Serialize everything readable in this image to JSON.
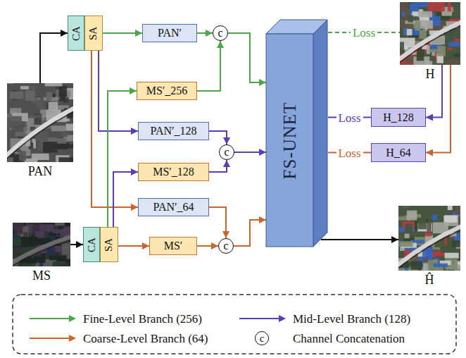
{
  "diagram": {
    "nodes": [
      {
        "text": [
          "PAN"
        ]
      },
      {
        "text": [
          "CA"
        ]
      },
      {
        "text": [
          "SA"
        ]
      },
      {
        "text": [
          "PAN′"
        ]
      },
      {
        "text": [
          "c"
        ]
      },
      {
        "text": [
          "MS′_256"
        ]
      },
      {
        "text": [
          "PAN′_128"
        ]
      },
      {
        "text": [
          "c"
        ]
      },
      {
        "text": [
          "MS′_128"
        ]
      },
      {
        "text": [
          "PAN′_64"
        ]
      },
      {
        "text": [
          "c"
        ]
      },
      {
        "text": [
          "MS′"
        ]
      },
      {
        "text": [
          "MS"
        ]
      },
      {
        "text": [
          "CA"
        ]
      },
      {
        "text": [
          "SA"
        ]
      },
      {
        "text": [
          "FS-UNET"
        ]
      },
      {
        "text": [
          "H"
        ]
      },
      {
        "text": [
          "H_128"
        ]
      },
      {
        "text": [
          "H_64"
        ]
      },
      {
        "text": [
          "Ĥ"
        ]
      }
    ],
    "edges": [
      {
        "from": 0,
        "to": 1,
        "arrow": "to"
      },
      {
        "from": 2,
        "to": 3,
        "arrow": "to"
      },
      {
        "from": 2,
        "to": 6,
        "arrow": "to"
      },
      {
        "from": 2,
        "to": 9,
        "arrow": "to"
      },
      {
        "from": 12,
        "to": 13,
        "arrow": "to"
      },
      {
        "from": 14,
        "to": 5,
        "arrow": "to"
      },
      {
        "from": 14,
        "to": 8,
        "arrow": "to"
      },
      {
        "from": 14,
        "to": 11,
        "arrow": "to"
      },
      {
        "from": 3,
        "to": 4,
        "arrow": "to"
      },
      {
        "from": 5,
        "to": 4,
        "arrow": "to"
      },
      {
        "from": 6,
        "to": 7,
        "arrow": "to"
      },
      {
        "from": 8,
        "to": 7,
        "arrow": "to"
      },
      {
        "from": 9,
        "to": 10,
        "arrow": "to"
      },
      {
        "from": 11,
        "to": 10,
        "arrow": "to"
      },
      {
        "from": 4,
        "to": 15,
        "arrow": "to"
      },
      {
        "from": 7,
        "to": 15,
        "arrow": "to"
      },
      {
        "from": 10,
        "to": 15,
        "arrow": "to"
      },
      {
        "from": 15,
        "to": 16,
        "label": "Loss",
        "arrow": "none"
      },
      {
        "from": 16,
        "to": 17,
        "arrow": "to"
      },
      {
        "from": 15,
        "to": 17,
        "label": "Loss",
        "arrow": "none"
      },
      {
        "from": 16,
        "to": 18,
        "arrow": "to"
      },
      {
        "from": 15,
        "to": 18,
        "label": "Loss",
        "arrow": "none"
      },
      {
        "from": 15,
        "to": 19,
        "arrow": "to"
      }
    ],
    "labels": [
      "c"
    ],
    "legend": [
      {
        "text": "Fine-Level Branch (256)"
      },
      {
        "text": "Mid-Level Branch (128)"
      },
      {
        "text": "Coarse-Level Branch (64)"
      },
      {
        "text": "Channel Concatenation"
      }
    ]
  }
}
